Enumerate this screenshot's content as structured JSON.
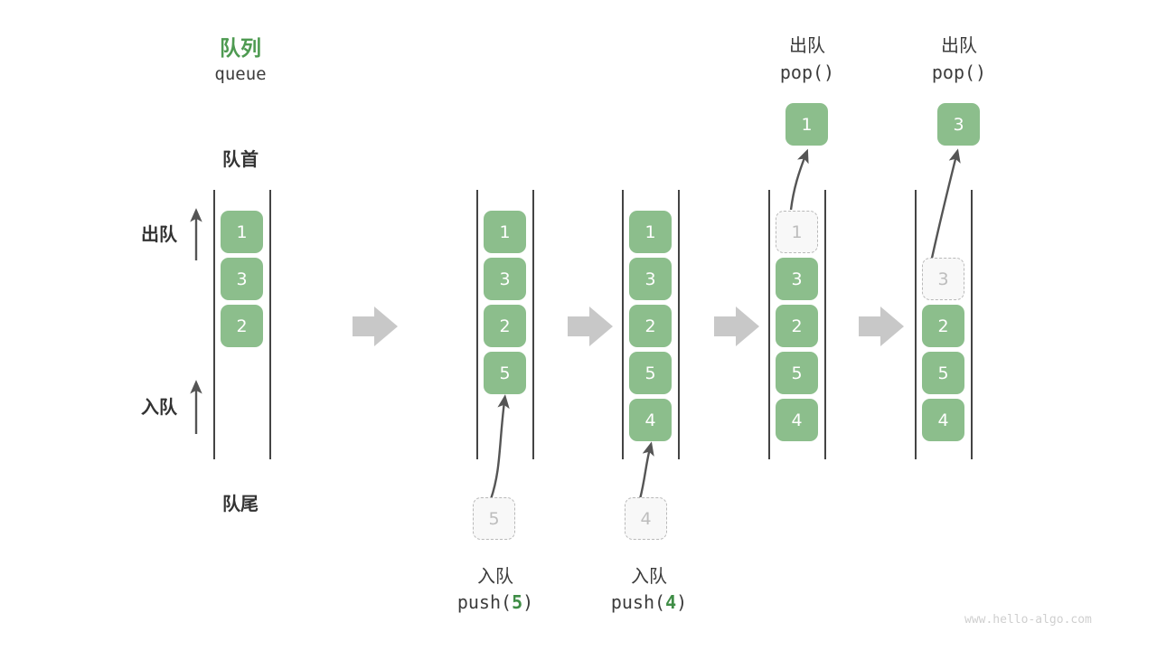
{
  "diagram": {
    "title_cn": "队列",
    "title_en": "queue",
    "front_label": "队首",
    "rear_label": "队尾",
    "dequeue_side_label": "出队",
    "enqueue_side_label": "入队",
    "watermark": "www.hello-algo.com",
    "accent_green": "#4e9a51",
    "box_green": "#8cbe8c",
    "ghost_gray": "#b9b9b9",
    "flow_arrow_gray": "#c8c8c8"
  },
  "columns": [
    {
      "id": "initial",
      "boxes": [
        {
          "value": "1",
          "state": "filled"
        },
        {
          "value": "3",
          "state": "filled"
        },
        {
          "value": "2",
          "state": "filled"
        }
      ]
    },
    {
      "id": "after-push-5",
      "boxes": [
        {
          "value": "1",
          "state": "filled"
        },
        {
          "value": "3",
          "state": "filled"
        },
        {
          "value": "2",
          "state": "filled"
        },
        {
          "value": "5",
          "state": "filled"
        }
      ],
      "incoming": {
        "value": "5",
        "state": "ghost"
      },
      "caption_cn": "入队",
      "caption_code_prefix": "push(",
      "caption_code_arg": "5",
      "caption_code_suffix": ")"
    },
    {
      "id": "after-push-4",
      "boxes": [
        {
          "value": "1",
          "state": "filled"
        },
        {
          "value": "3",
          "state": "filled"
        },
        {
          "value": "2",
          "state": "filled"
        },
        {
          "value": "5",
          "state": "filled"
        },
        {
          "value": "4",
          "state": "filled"
        }
      ],
      "incoming": {
        "value": "4",
        "state": "ghost"
      },
      "caption_cn": "入队",
      "caption_code_prefix": "push(",
      "caption_code_arg": "4",
      "caption_code_suffix": ")"
    },
    {
      "id": "after-pop-1",
      "boxes": [
        {
          "value": "1",
          "state": "ghost"
        },
        {
          "value": "3",
          "state": "filled"
        },
        {
          "value": "2",
          "state": "filled"
        },
        {
          "value": "5",
          "state": "filled"
        },
        {
          "value": "4",
          "state": "filled"
        }
      ],
      "popped": {
        "value": "1",
        "state": "filled"
      },
      "header_cn": "出队",
      "header_code": "pop()"
    },
    {
      "id": "after-pop-3",
      "boxes": [
        {
          "value": "",
          "state": "empty"
        },
        {
          "value": "3",
          "state": "ghost"
        },
        {
          "value": "2",
          "state": "filled"
        },
        {
          "value": "5",
          "state": "filled"
        },
        {
          "value": "4",
          "state": "filled"
        }
      ],
      "popped": {
        "value": "3",
        "state": "filled"
      },
      "header_cn": "出队",
      "header_code": "pop()"
    }
  ]
}
